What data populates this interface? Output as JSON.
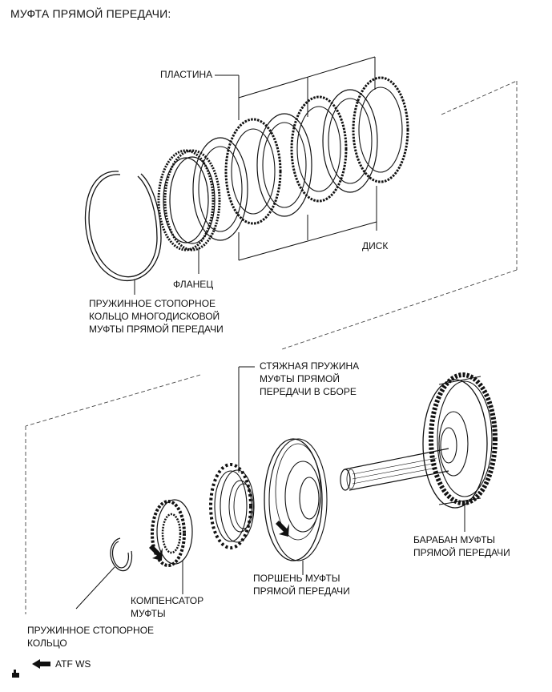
{
  "title": "МУФТА ПРЯМОЙ ПЕРЕДАЧИ:",
  "labels": {
    "plate": "ПЛАСТИНА",
    "disc": "ДИСК",
    "flange": "ФЛАНЕЦ",
    "clutch_snap_ring": [
      "ПРУЖИННОЕ СТОПОРНОЕ",
      "КОЛЬЦО МНОГОДИСКОВОЙ",
      "МУФТЫ ПРЯМОЙ ПЕРЕДАЧИ"
    ],
    "return_spring": [
      "СТЯЖНАЯ ПРУЖИНА",
      "МУФТЫ ПРЯМОЙ",
      "ПЕРЕДАЧИ В СБОРЕ"
    ],
    "drum": [
      "БАРАБАН МУФТЫ",
      "ПРЯМОЙ ПЕРЕДАЧИ"
    ],
    "piston": [
      "ПОРШЕНЬ МУФТЫ",
      "ПРЯМОЙ ПЕРЕДАЧИ"
    ],
    "compensator": [
      "КОМПЕНСАТОР",
      "МУФТЫ"
    ],
    "snap_ring": [
      "ПРУЖИННОЕ СТОПОРНОЕ",
      "КОЛЬЦО"
    ]
  },
  "legend": {
    "arrow_label": "ATF WS"
  }
}
